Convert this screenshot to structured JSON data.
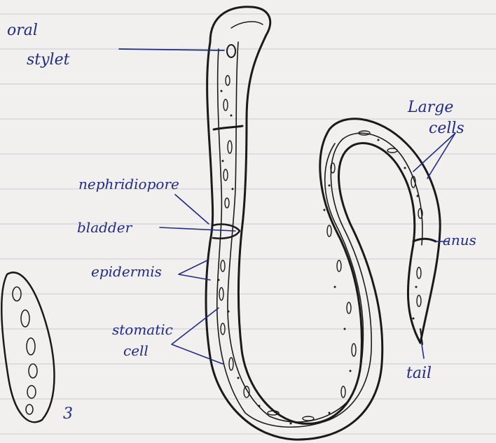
{
  "labels": {
    "oral_stylet_line1": "oral",
    "oral_stylet_line2": "stylet",
    "nephridiopore": "nephridiopore",
    "bladder": "bladder",
    "epidermis": "epidermis",
    "stomatic_line1": "stomatic",
    "stomatic_line2": "cell",
    "large_cells_line1": "Large",
    "large_cells_line2": "cells",
    "anus": "anus",
    "tail": "tail",
    "figure_number": "3"
  },
  "colors": {
    "paper": "#f1f0ee",
    "ink": "#1a1a1a",
    "label_ink": "#1f2a8a",
    "rule": "#c9cdd6"
  }
}
